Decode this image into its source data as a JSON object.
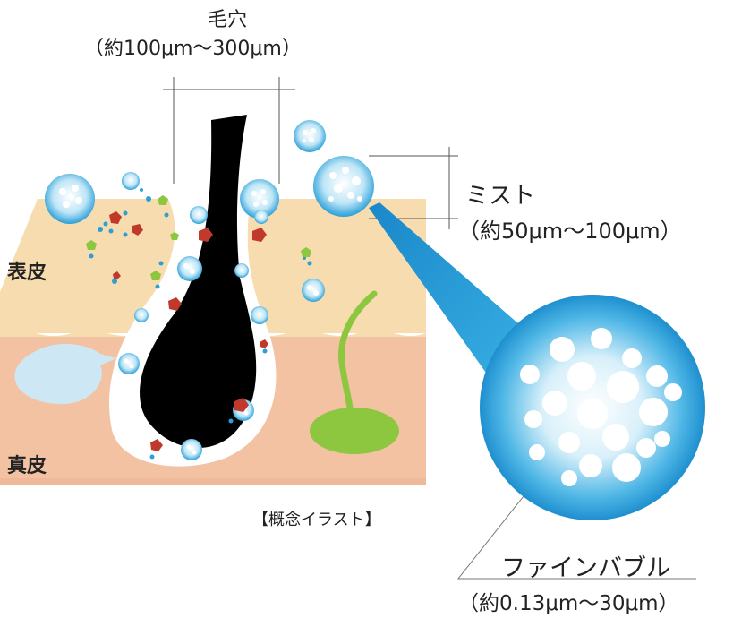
{
  "pore": {
    "title": "毛穴",
    "size": "（約100μm～300μm）"
  },
  "mist": {
    "title": "ミスト",
    "size": "（約50μm～100μm）"
  },
  "layers": {
    "epidermis": "表皮",
    "dermis": "真皮"
  },
  "caption": "【概念イラスト】",
  "fine_bubble": {
    "title": "ファインバブル",
    "size": "（約0.13μm～30μm）"
  },
  "colors": {
    "epidermis": "#f6dcae",
    "dermis": "#f2c2a2",
    "hair": "#000000",
    "bubble": "#2a9fd8",
    "green": "#8dc63f",
    "red": "#c0392b"
  }
}
